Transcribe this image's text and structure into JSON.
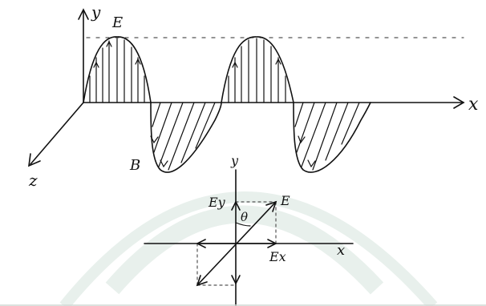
{
  "wave_labels": {
    "y_axis": "y",
    "x_axis": "x",
    "z_axis": "z",
    "electric_field": "E",
    "magnetic_field": "B"
  },
  "vector_labels": {
    "y_axis": "y",
    "x_axis": "x",
    "vector": "E",
    "y_component": "Ey",
    "x_component": "Ex",
    "angle": "θ"
  },
  "colors": {
    "ink": "#111111",
    "dashed_guide": "#555555",
    "watermark": "#e8f0ec"
  }
}
